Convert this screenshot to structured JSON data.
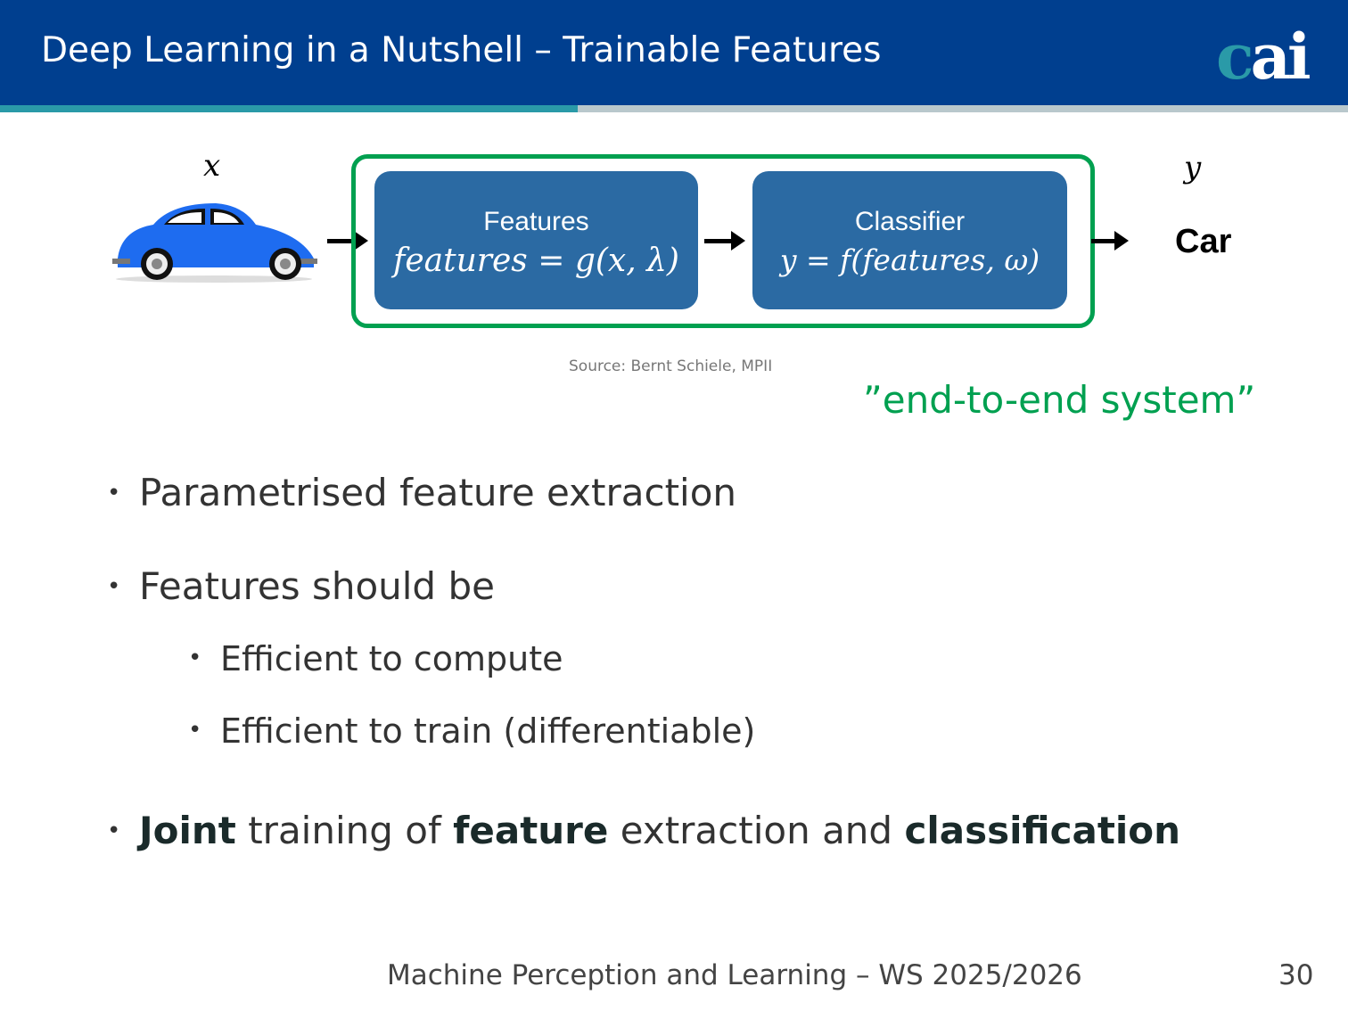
{
  "header": {
    "title": "Deep Learning in a Nutshell – Trainable Features",
    "logo_text": "cai"
  },
  "diagram": {
    "input_label": "x",
    "output_label": "y",
    "features_title": "Features",
    "features_formula": "features = g(x, λ)",
    "classifier_title": "Classifier",
    "classifier_formula": "y = f(features, ω)",
    "output_value": "Car",
    "source": "Source: Bernt Schiele, MPII",
    "annotation": "”end-to-end system”"
  },
  "bullets": {
    "b1": "Parametrised feature extraction",
    "b2": "Features should be",
    "b2a": "Efficient to compute",
    "b2b": "Efficient to train (differentiable)",
    "b3_p1": "Joint",
    "b3_p2": " training of ",
    "b3_p3": "feature",
    "b3_p4": " extraction and ",
    "b3_p5": "classification",
    "dot": "•"
  },
  "footer": {
    "text": "Machine Perception and Learning – WS 2025/2026",
    "page": "30"
  },
  "colors": {
    "header": "#003f8f",
    "accent": "#2a9aa8",
    "green": "#00a050",
    "box": "#2b6aa3"
  }
}
